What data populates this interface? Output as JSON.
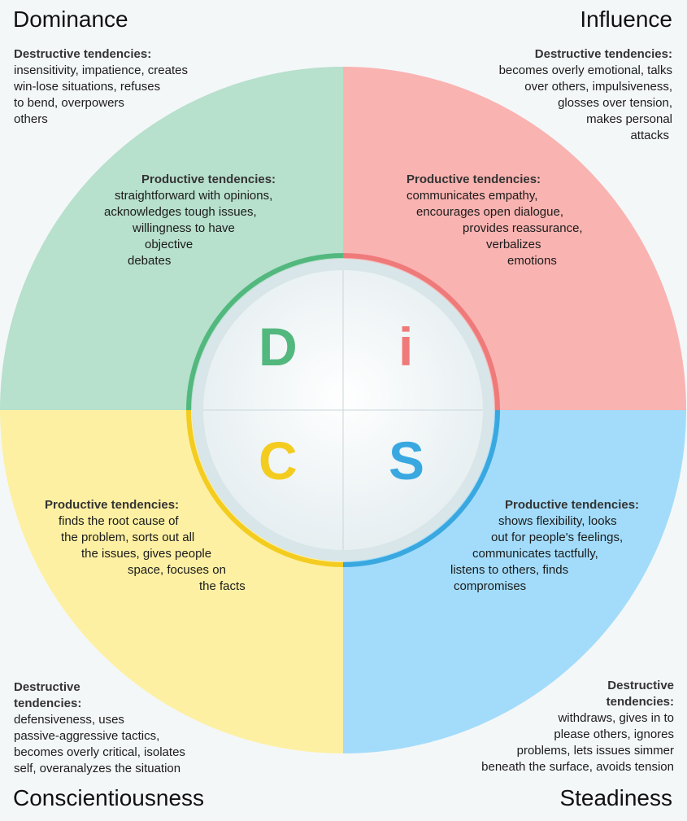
{
  "colors": {
    "dominance": "#b7e0cd",
    "influence": "#f9b3b1",
    "conscientiousness": "#fdf0a3",
    "steadiness": "#a3dcfa",
    "ring_d": "#52b87e",
    "ring_i": "#ef7a7a",
    "ring_c": "#f3cc1f",
    "ring_s": "#3aa8e0"
  },
  "quadrants": {
    "dominance": {
      "name": "Dominance",
      "letter": "D",
      "destructive_heading": "Destructive tendencies:",
      "destructive_lines": [
        "insensitivity, impatience, creates",
        "win-lose situations, refuses",
        "to bend, overpowers",
        "others"
      ],
      "productive_heading": "Productive tendencies:",
      "productive_lines": [
        "straightforward with opinions,",
        "acknowledges tough issues,",
        "willingness to have",
        "objective",
        "debates"
      ]
    },
    "influence": {
      "name": "Influence",
      "letter": "i",
      "destructive_heading": "Destructive tendencies:",
      "destructive_lines": [
        "becomes overly emotional, talks",
        "over others, impulsiveness,",
        "glosses over tension,",
        "makes personal",
        "attacks"
      ],
      "productive_heading": "Productive tendencies:",
      "productive_lines": [
        "communicates empathy,",
        "encourages open dialogue,",
        "provides reassurance,",
        "verbalizes",
        "emotions"
      ]
    },
    "conscientiousness": {
      "name": "Conscientiousness",
      "letter": "C",
      "destructive_heading_lines": [
        "Destructive",
        "tendencies:"
      ],
      "destructive_lines": [
        "defensiveness, uses",
        "passive-aggressive tactics,",
        "becomes overly critical, isolates",
        "self, overanalyzes the situation"
      ],
      "productive_heading": "Productive tendencies:",
      "productive_lines": [
        "finds the root cause of",
        "the problem, sorts out all",
        "the issues, gives people",
        "space, focuses on",
        "the facts"
      ]
    },
    "steadiness": {
      "name": "Steadiness",
      "letter": "S",
      "destructive_heading_lines": [
        "Destructive",
        "tendencies:"
      ],
      "destructive_lines": [
        "withdraws, gives in to",
        "please others, ignores",
        "problems, lets issues simmer",
        "beneath the surface, avoids tension"
      ],
      "productive_heading": "Productive tendencies:",
      "productive_lines": [
        "shows flexibility, looks",
        "out for people's feelings,",
        "communicates tactfully,",
        "listens to others, finds",
        "compromises"
      ]
    }
  }
}
